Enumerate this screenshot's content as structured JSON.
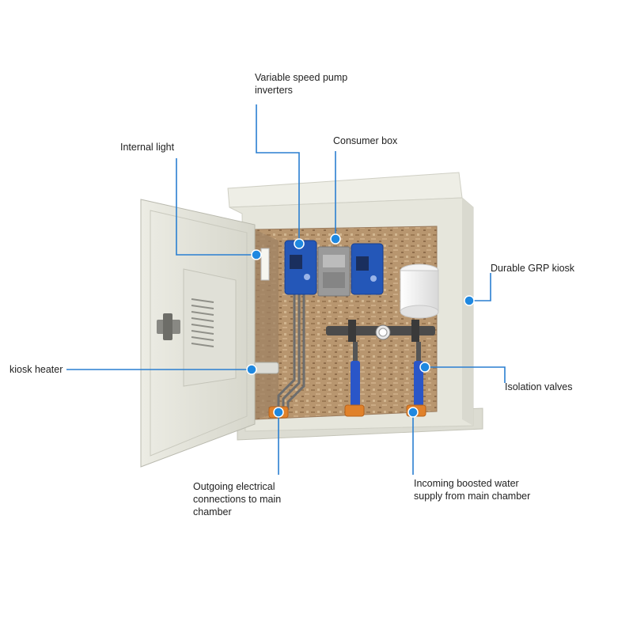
{
  "colors": {
    "callout": "#1f88e0",
    "kiosk_body": "#e6e6dc",
    "kiosk_shadow": "#c9c9bd",
    "backboard": "#b9977a",
    "inverter": "#2457b8",
    "consumer_box": "#9a9a9a",
    "vessel": "#f1f1f1",
    "pipe_blue": "#2a56c8",
    "base_orange": "#e0812a"
  },
  "labels": {
    "inverters": "Variable speed pump\ninverters",
    "internal_light": "Internal light",
    "consumer_box": "Consumer box",
    "grp_kiosk": "Durable GRP kiosk",
    "kiosk_heater": "kiosk heater",
    "isolation_valves": "Isolation valves",
    "outgoing": "Outgoing electrical\nconnections to main\nchamber",
    "incoming": "Incoming boosted water\nsupply from main chamber"
  }
}
